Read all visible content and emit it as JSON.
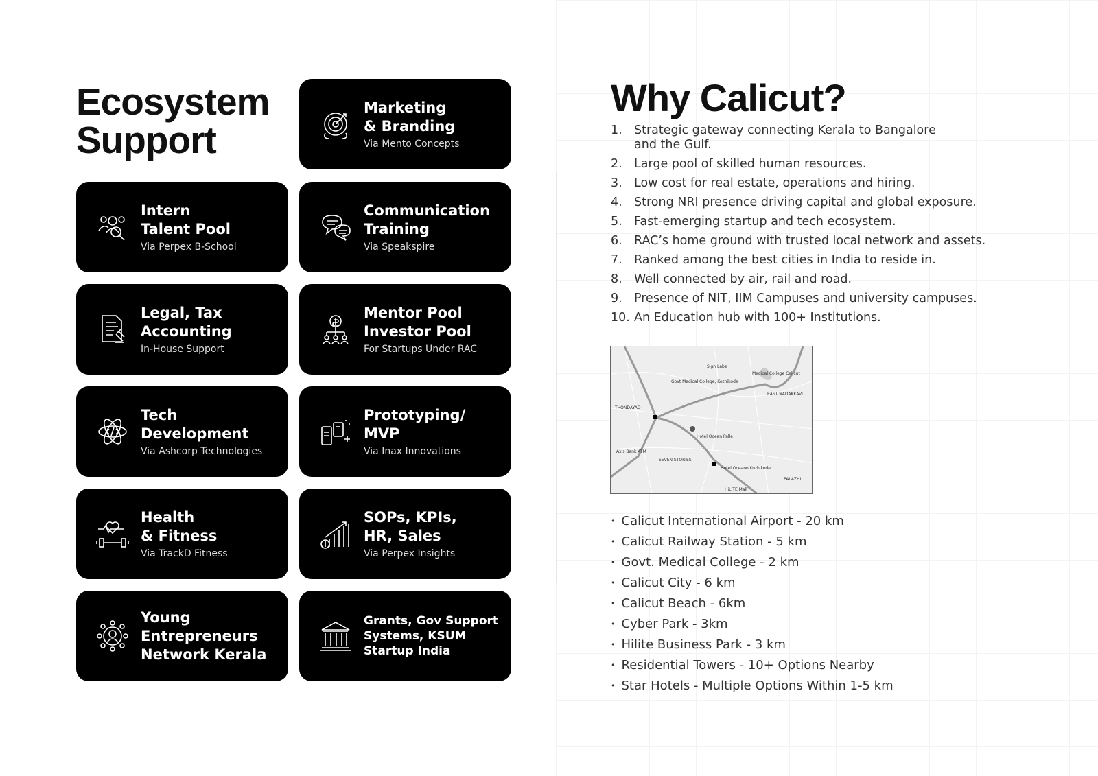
{
  "ecosystem": {
    "title_line1": "Ecosystem",
    "title_line2": "Support",
    "cards": [
      {
        "l1": "Marketing",
        "l2": "& Branding",
        "sub": "Via Mento Concepts",
        "icon": "target-icon"
      },
      {
        "l1": "Intern",
        "l2": "Talent Pool",
        "sub": "Via Perpex B-School",
        "icon": "people-search-icon"
      },
      {
        "l1": "Communication",
        "l2": "Training",
        "sub": "Via Speakspire",
        "icon": "chat-bubbles-icon"
      },
      {
        "l1": "Legal, Tax",
        "l2": "Accounting",
        "sub": "In-House Support",
        "icon": "legal-document-icon"
      },
      {
        "l1": "Mentor Pool",
        "l2": "Investor Pool",
        "sub": "For Startups Under RAC",
        "icon": "investor-network-icon"
      },
      {
        "l1": "Tech",
        "l2": "Development",
        "sub": "Via Ashcorp Technologies",
        "icon": "code-atom-icon"
      },
      {
        "l1": "Prototyping/",
        "l2": "MVP",
        "sub": "Via Inax Innovations",
        "icon": "prototype-devices-icon"
      },
      {
        "l1": "Health",
        "l2": "& Fitness",
        "sub": "Via TrackD Fitness",
        "icon": "dumbbell-heart-icon"
      },
      {
        "l1": "SOPs, KPIs,",
        "l2": "HR, Sales",
        "sub": "Via Perpex Insights",
        "icon": "growth-chart-icon"
      },
      {
        "l1": "Young",
        "l2": "Entrepreneurs",
        "l3": "Network Kerala",
        "icon": "network-person-icon"
      },
      {
        "l1": "Grants, Gov Support",
        "l2": "Systems, KSUM",
        "l3": "Startup India",
        "icon": "government-building-icon"
      }
    ]
  },
  "why": {
    "title": "Why Calicut?",
    "points": [
      {
        "n": "1.",
        "t": "Strategic gateway connecting Kerala to Bangalore",
        "t2": "and the Gulf."
      },
      {
        "n": "2.",
        "t": "Large pool of skilled human resources."
      },
      {
        "n": "3.",
        "t": "Low cost for real estate, operations and hiring."
      },
      {
        "n": "4.",
        "t": "Strong NRI presence driving capital and global exposure."
      },
      {
        "n": "5.",
        "t": "Fast-emerging startup and tech ecosystem."
      },
      {
        "n": "6.",
        "t": "RAC’s home ground with trusted local network and assets."
      },
      {
        "n": "7.",
        "t": "Ranked among the best cities in India to reside in."
      },
      {
        "n": "8.",
        "t": "Well connected by air, rail and road."
      },
      {
        "n": "9.",
        "t": "Presence of NIT, IIM Campuses and university campuses."
      },
      {
        "n": "10.",
        "t": "An Education hub with 100+ Institutions."
      }
    ],
    "map_labels": [
      "THONDAYAD",
      "Sign Labs",
      "Govt Medical College, Kozhikode",
      "Medical College Calicut",
      "EAST NADAKKAVU",
      "Axis Bank ATM",
      "SEVEN STORIES",
      "Hotel Ocean Palle",
      "Hotel Oceano Kozhikode",
      "PALAZHI",
      "HiLITE Mall"
    ],
    "distances": [
      "Calicut International Airport - 20 km",
      "Calicut Railway Station - 5 km",
      "Govt. Medical College - 2 km",
      "Calicut City - 6 km",
      "Calicut Beach - 6km",
      "Cyber Park - 3km",
      "Hilite Business Park - 3 km",
      "Residential Towers - 10+ Options Nearby",
      "Star Hotels - Multiple Options Within 1-5 km"
    ]
  }
}
